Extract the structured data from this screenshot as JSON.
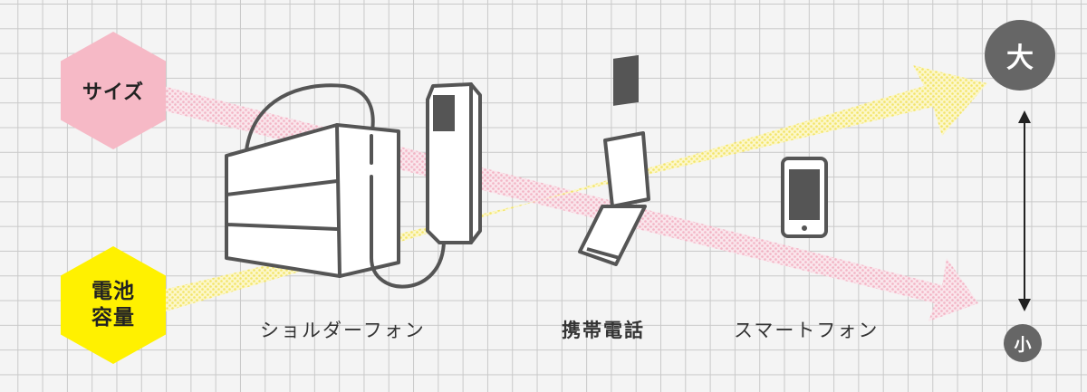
{
  "axis_labels": {
    "size": "サイズ",
    "battery": "電池\n容量"
  },
  "devices": {
    "shoulder_phone": "ショルダーフォン",
    "mobile_phone": "携帯電話",
    "smartphone": "スマートフォン"
  },
  "scale": {
    "large": "大",
    "small": "小"
  },
  "colors": {
    "size_accent": "#f6b9c6",
    "battery_accent": "#fff100",
    "device_stroke": "#555555",
    "scale_circle": "#666666"
  },
  "icons": [
    "shoulder-phone-icon",
    "flip-phone-icon",
    "smartphone-icon",
    "double-arrow-icon"
  ]
}
